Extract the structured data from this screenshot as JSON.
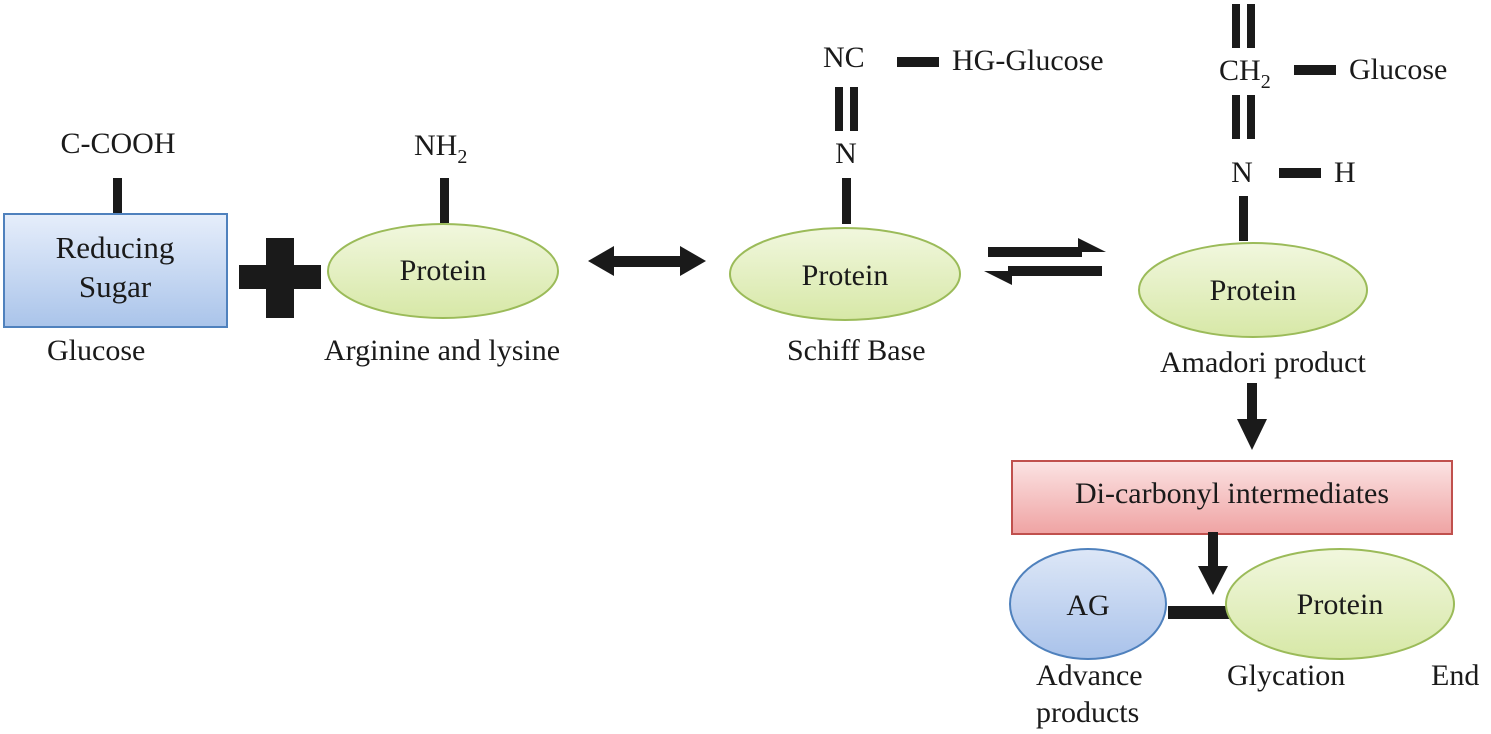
{
  "reactant_sugar": {
    "group": "C-COOH",
    "box_line1": "Reducing",
    "box_line2": "Sugar",
    "caption": "Glucose"
  },
  "reactant_protein": {
    "group_main": "NH",
    "group_sub": "2",
    "label": "Protein",
    "caption": "Arginine and lysine"
  },
  "schiff": {
    "group_top": "NC",
    "side_group": "HG-Glucose",
    "atom": "N",
    "label": "Protein",
    "caption": "Schiff Base"
  },
  "amadori": {
    "group_main": "CH",
    "group_sub": "2",
    "side_group": "Glucose",
    "atom": "N",
    "h_atom": "H",
    "label": "Protein",
    "caption": "Amadori product"
  },
  "intermediate": {
    "label": "Di-carbonyl intermediates"
  },
  "final": {
    "ag_label": "AG",
    "protein_label": "Protein",
    "caption_line1": "Advance",
    "caption_line2": "products",
    "caption_glycation": "Glycation",
    "caption_end": "End"
  },
  "colors": {
    "green_fill": "#e3efc1",
    "green_stroke": "#9bbb59",
    "blue_fill": "#c9d9f2",
    "blue_stroke": "#4f81bd",
    "red_fill": "#f4c2c2",
    "red_stroke": "#c0504d",
    "ink": "#1a1a1a"
  }
}
